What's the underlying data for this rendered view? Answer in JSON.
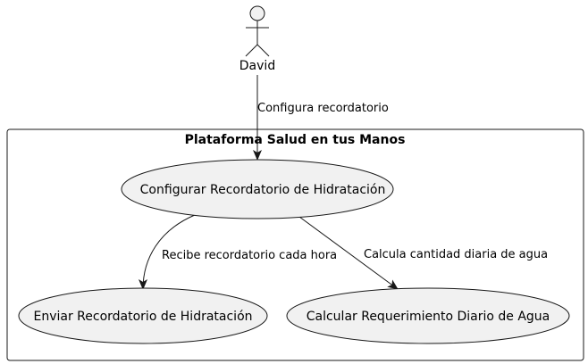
{
  "actor": {
    "name": "David"
  },
  "system": {
    "title": "Plataforma Salud en tus Manos"
  },
  "use_cases": {
    "configurar": "Configurar Recordatorio de Hidratación",
    "enviar": "Enviar Recordatorio de Hidratación",
    "calcular": "Calcular Requerimiento Diario de Agua"
  },
  "relations": {
    "actor_to_configurar": "Configura recordatorio",
    "configurar_to_enviar": "Recibe recordatorio cada hora",
    "configurar_to_calcular": "Calcula cantidad diaria de agua"
  },
  "colors": {
    "usecase_fill": "#f1f1f1",
    "stroke": "#181818",
    "background": "#ffffff"
  }
}
